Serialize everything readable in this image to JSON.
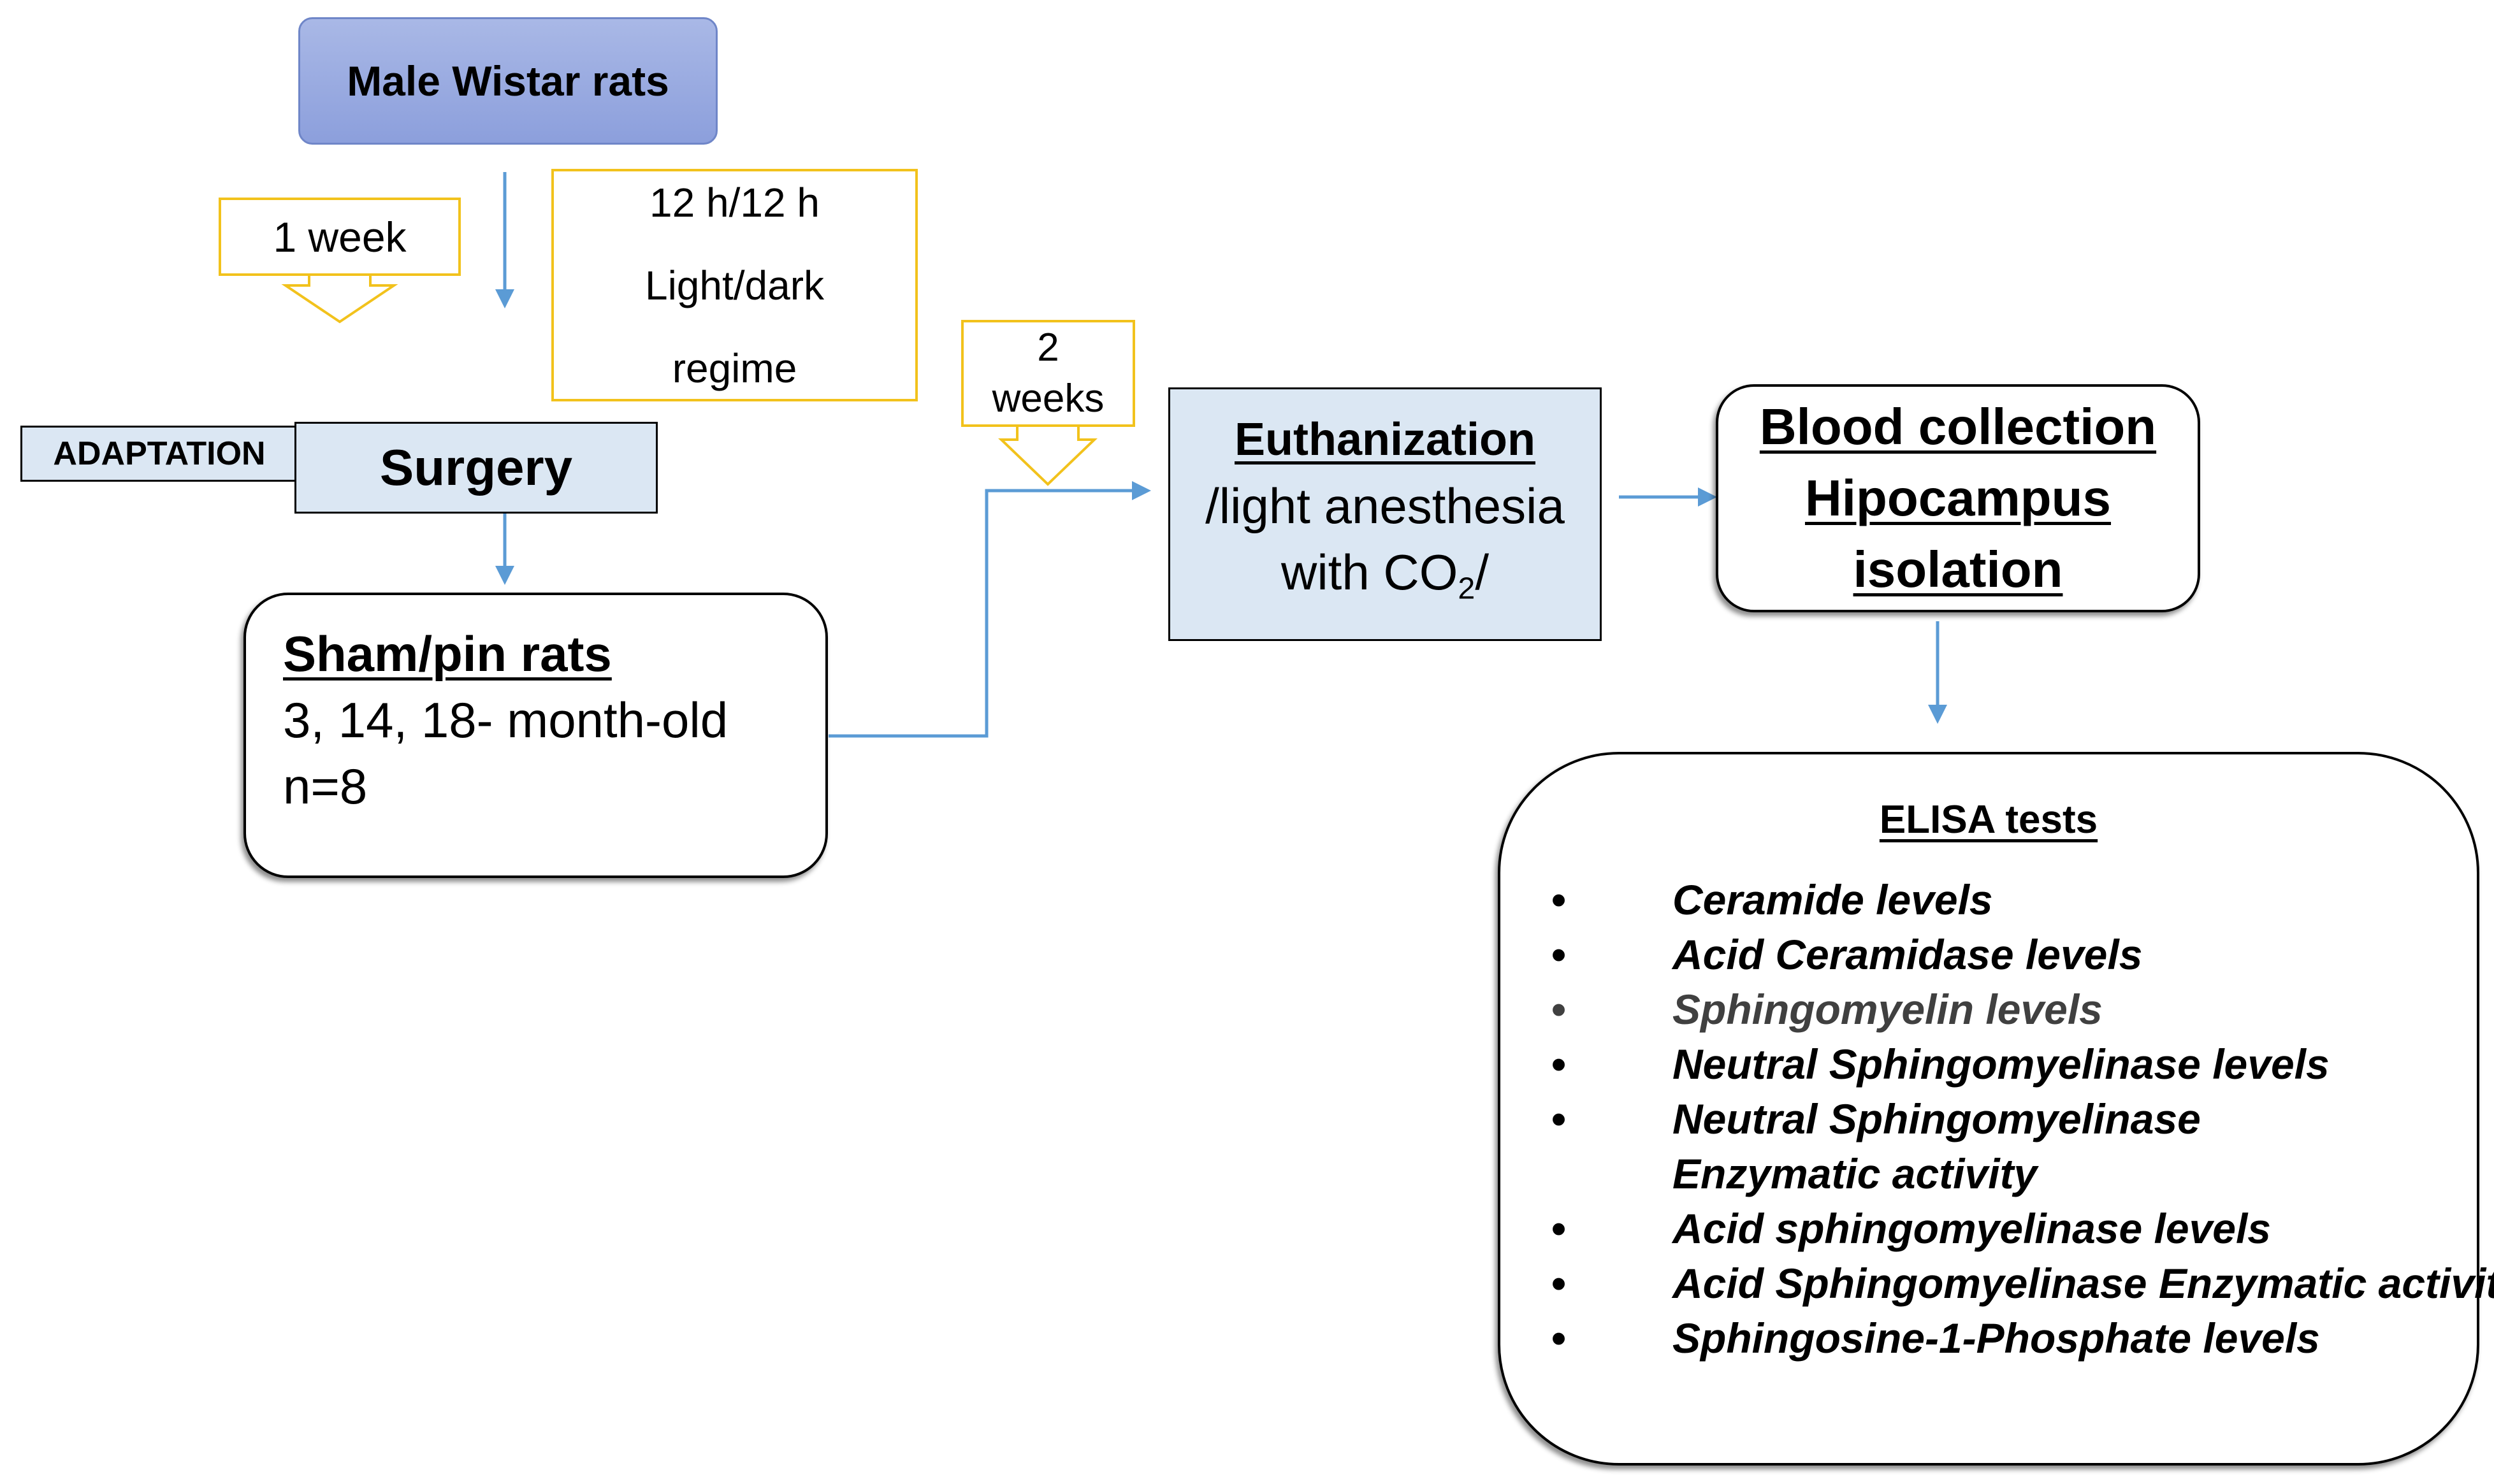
{
  "male_wistar": "Male Wistar rats",
  "one_week": "1 week",
  "light_regime": [
    "12 h/12 h",
    "Light/dark",
    "regime"
  ],
  "adaptation": "ADAPTATION",
  "surgery": "Surgery",
  "sham": {
    "title": "Sham/pin rats",
    "ages": "3, 14, 18- month-old",
    "n": "n=8"
  },
  "two_weeks": [
    "2",
    "weeks"
  ],
  "euthanization": {
    "title": "Euthanization",
    "line1": "/light anesthesia",
    "line2_prefix": "with CO",
    "line2_sub": "2",
    "line2_suffix": "/"
  },
  "blood_collection": [
    "Blood collection",
    "Hipocampus",
    "isolation"
  ],
  "elisa": {
    "title": "ELISA tests",
    "items": [
      "Ceramide levels",
      "Acid Ceramidase levels",
      "Sphingomyelin levels",
      "Neutral Sphingomyelinase levels",
      "Neutral Sphingomyelinase Enzymatic activity",
      "Acid sphingomyelinase levels",
      "Acid Sphingomyelinase Enzymatic activity",
      "Sphingosine-1-Phosphate levels"
    ]
  },
  "colors": {
    "arrow": "#5b9bd5",
    "callout_border": "#f2c21c",
    "box_fill": "#dbe7f3",
    "male_box_fill": "#9aabe0"
  }
}
